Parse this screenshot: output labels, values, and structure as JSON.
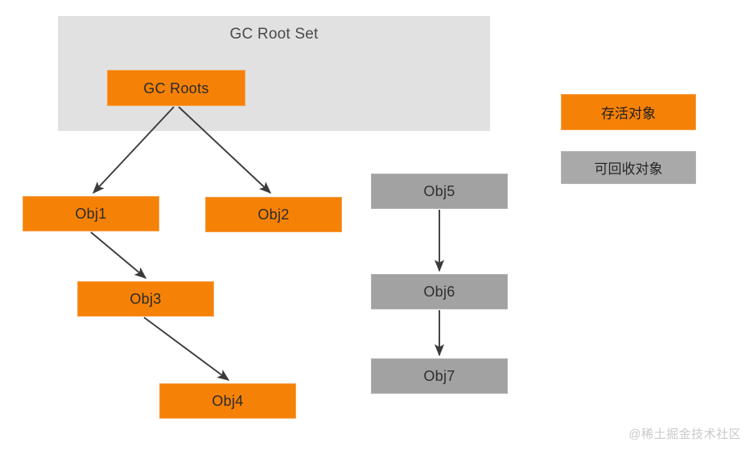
{
  "diagram": {
    "title": "GC Root Set",
    "root_panel": {
      "label": "GC Root Set",
      "fill": "#e1e1e1"
    },
    "colors": {
      "alive": "#f58106",
      "garbage": "#a2a2a2",
      "panel": "#e1e1e1",
      "arrow": "#3b3b3b",
      "watermark": "#c9c9c9"
    },
    "nodes": [
      {
        "id": "gcroots",
        "label": "GC Roots",
        "state": "alive"
      },
      {
        "id": "obj1",
        "label": "Obj1",
        "state": "alive"
      },
      {
        "id": "obj2",
        "label": "Obj2",
        "state": "alive"
      },
      {
        "id": "obj3",
        "label": "Obj3",
        "state": "alive"
      },
      {
        "id": "obj4",
        "label": "Obj4",
        "state": "alive"
      },
      {
        "id": "obj5",
        "label": "Obj5",
        "state": "garbage"
      },
      {
        "id": "obj6",
        "label": "Obj6",
        "state": "garbage"
      },
      {
        "id": "obj7",
        "label": "Obj7",
        "state": "garbage"
      }
    ],
    "edges": [
      {
        "from": "gcroots",
        "to": "obj1"
      },
      {
        "from": "gcroots",
        "to": "obj2"
      },
      {
        "from": "obj1",
        "to": "obj3"
      },
      {
        "from": "obj3",
        "to": "obj4"
      },
      {
        "from": "obj5",
        "to": "obj6"
      },
      {
        "from": "obj6",
        "to": "obj7"
      }
    ],
    "legend": [
      {
        "id": "alive",
        "label": "存活对象",
        "state": "alive"
      },
      {
        "id": "garbage",
        "label": "可回收对象",
        "state": "garbage"
      }
    ],
    "watermark": "@稀土掘金技术社区"
  }
}
